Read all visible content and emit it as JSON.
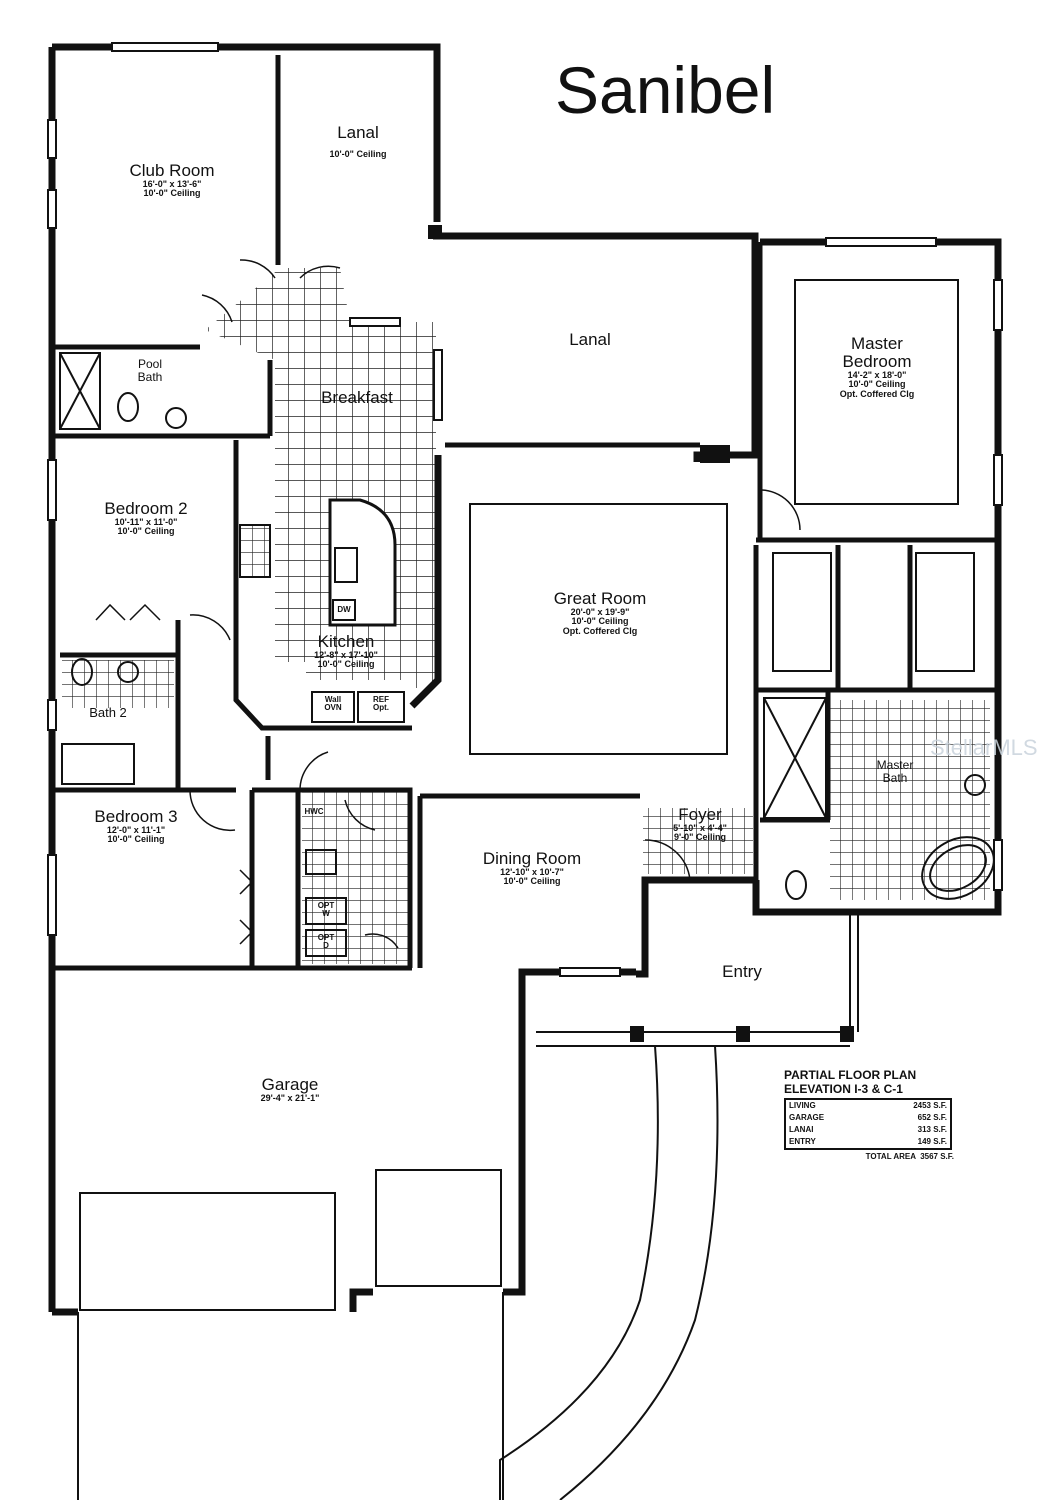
{
  "title": "Sanibel",
  "watermark": "StellarMLS",
  "rooms": {
    "club_room": {
      "name": "Club Room",
      "dim": "16'-0\" x 13'-6\"",
      "ceiling": "10'-0\" Ceiling"
    },
    "lanal_upper": {
      "name": "Lanal",
      "ceiling": "10'-0\" Ceiling"
    },
    "lanal_main": {
      "name": "Lanal"
    },
    "master_bedroom": {
      "name_1": "Master",
      "name_2": "Bedroom",
      "dim": "14'-2\" x 18'-0\"",
      "ceiling": "10'-0\" Ceiling",
      "option": "Opt. Coffered Clg"
    },
    "pool_bath": {
      "name_1": "Pool",
      "name_2": "Bath"
    },
    "breakfast": {
      "name": "Breakfast"
    },
    "bedroom_2": {
      "name": "Bedroom 2",
      "dim": "10'-11\" x 11'-0\"",
      "ceiling": "10'-0\" Ceiling"
    },
    "great_room": {
      "name": "Great Room",
      "dim": "20'-0\" x 19'-9\"",
      "ceiling": "10'-0\" Ceiling",
      "option": "Opt. Coffered Clg"
    },
    "kitchen": {
      "name": "Kitchen",
      "dim": "12'-8\" x 17'-10\"",
      "ceiling": "10'-0\" Ceiling"
    },
    "bath_2": {
      "name": "Bath 2"
    },
    "master_bath": {
      "name_1": "Master",
      "name_2": "Bath"
    },
    "bedroom_3": {
      "name": "Bedroom 3",
      "dim": "12'-0\" x 11'-1\"",
      "ceiling": "10'-0\" Ceiling"
    },
    "foyer": {
      "name": "Foyer",
      "dim": "5'-10\" x 4'-4\"",
      "ceiling": "9'-0\" Ceiling"
    },
    "dining_room": {
      "name": "Dining Room",
      "dim": "12'-10\" x 10'-7\"",
      "ceiling": "10'-0\" Ceiling"
    },
    "entry": {
      "name": "Entry"
    },
    "garage": {
      "name": "Garage",
      "dim": "29'-4\" x 21'-1\""
    }
  },
  "fixtures": {
    "dw": "DW",
    "wall_oven_1": "Wall",
    "wall_oven_2": "OVN",
    "ref_1": "REF",
    "ref_2": "Opt.",
    "hwc": "HWC",
    "w_1": "OPT",
    "w_2": "W",
    "d_1": "OPT",
    "d_2": "D"
  },
  "area_table": {
    "header_1": "PARTIAL FLOOR PLAN",
    "header_2": "ELEVATION I-3 & C-1",
    "rows": [
      {
        "label": "LIVING",
        "value": "2453 S.F."
      },
      {
        "label": "GARAGE",
        "value": "652 S.F."
      },
      {
        "label": "LANAI",
        "value": "313 S.F."
      },
      {
        "label": "ENTRY",
        "value": "149 S.F."
      }
    ],
    "total_label": "TOTAL AREA",
    "total_value": "3567 S.F."
  }
}
